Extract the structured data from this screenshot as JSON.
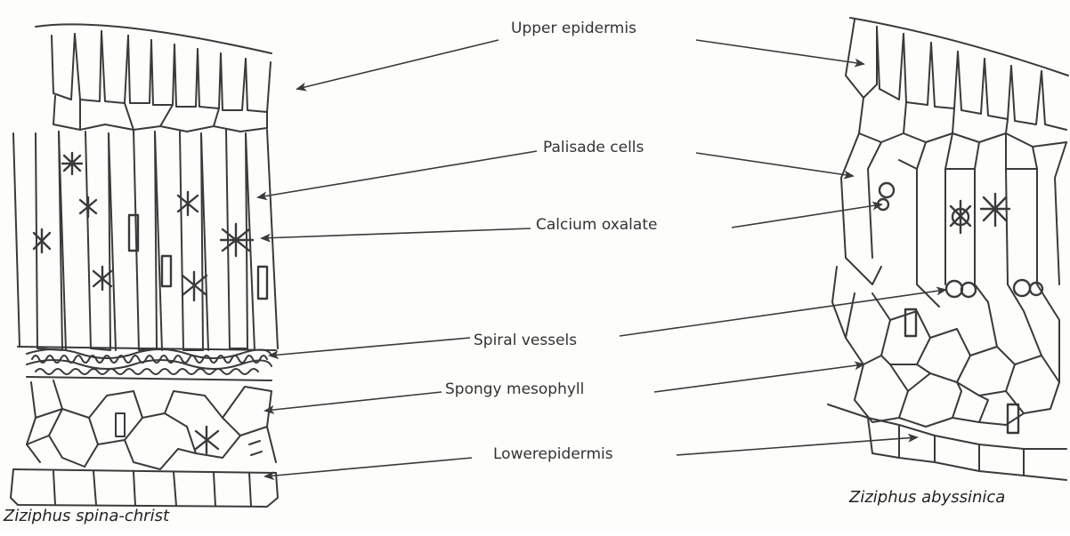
{
  "labels": {
    "upper_epidermis": "Upper epidermis",
    "palisade_cells": "Palisade cells",
    "calcium_oxalate": "Calcium oxalate",
    "spiral_vessels": "Spiral vessels",
    "spongy_mesophyll": "Spongy mesophyll",
    "lower_epidermis": "Lowerepidermis"
  },
  "species": {
    "left": "Ziziphus spina-christ",
    "right": "Ziziphus abyssinica"
  },
  "colors": {
    "ink": "#3a3a3a",
    "background": "#fdfdfb",
    "label_text": "#333333"
  }
}
